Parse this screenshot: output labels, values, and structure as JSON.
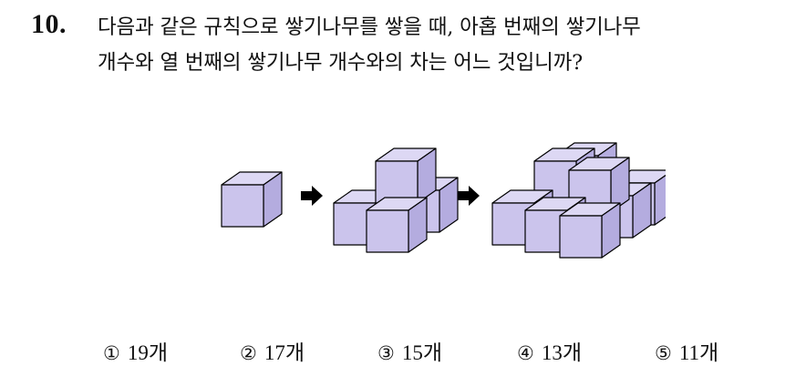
{
  "question": {
    "number": "10.",
    "line1": "다음과 같은 규칙으로 쌓기나무를 쌓을 때, 아홉 번째의 쌓기나무",
    "line2": "개수와 열 번째의 쌓기나무 개수와의 차는 어느 것입니까?"
  },
  "figure": {
    "cube_fill": "#cbc4ec",
    "cube_top": "#ddd8f4",
    "cube_side": "#b4acdf",
    "edge": "#000000",
    "arrow_icon": "right-arrow-icon"
  },
  "choices": [
    {
      "mark": "①",
      "value": "19개"
    },
    {
      "mark": "②",
      "value": "17개"
    },
    {
      "mark": "③",
      "value": "15개"
    },
    {
      "mark": "④",
      "value": "13개"
    },
    {
      "mark": "⑤",
      "value": "11개"
    }
  ]
}
